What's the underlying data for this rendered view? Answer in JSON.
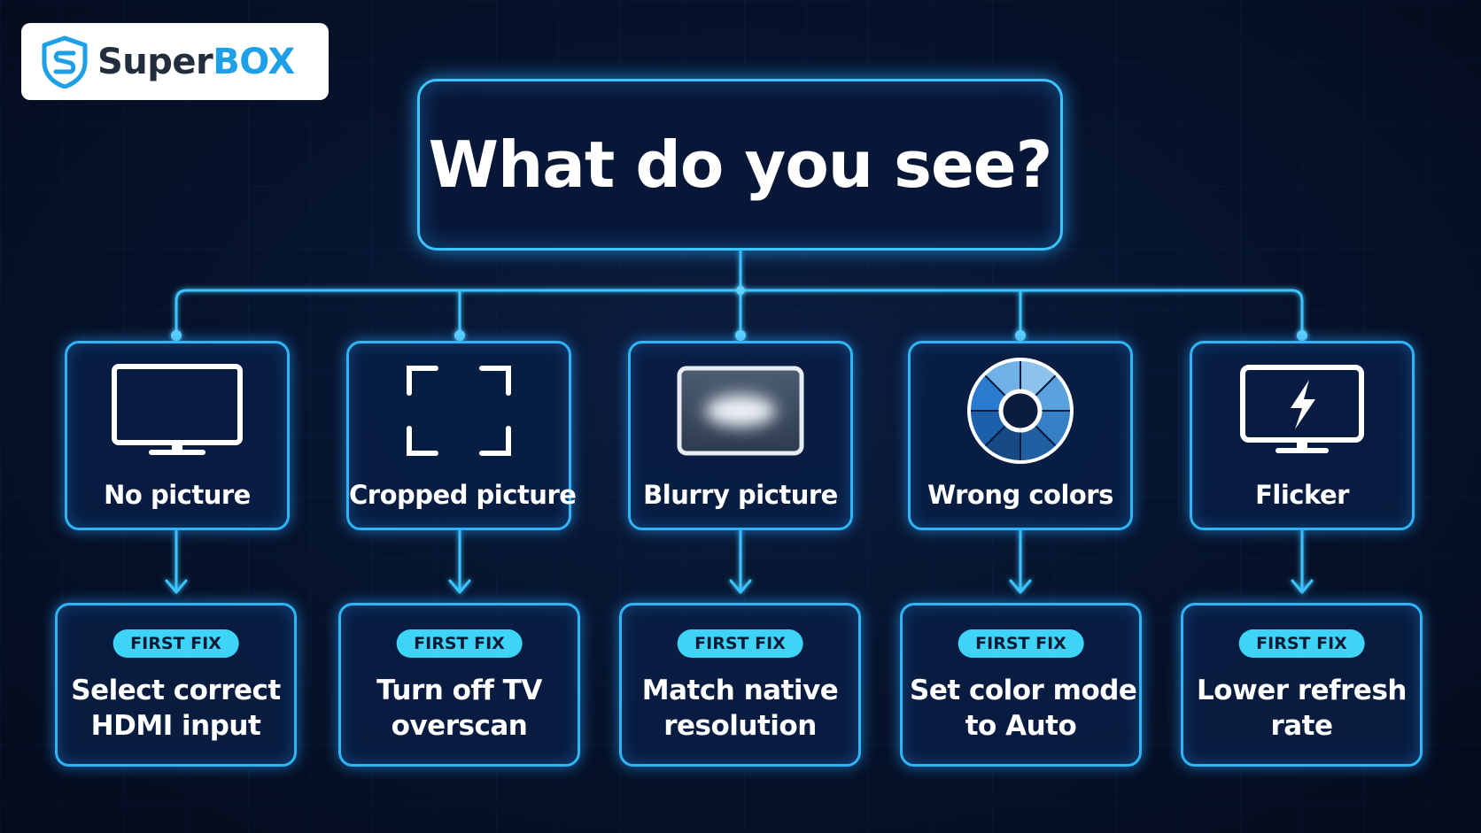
{
  "brand": {
    "name_part1": "Super",
    "name_part2": "BOX",
    "logo_icon": "shield-s-icon"
  },
  "question": "What do you see?",
  "badge_label": "FIRST FIX",
  "colors": {
    "background": "#07142e",
    "neon_blue": "#2fb4f5",
    "badge": "#3ed4f7",
    "brand_dark": "#222d3d",
    "brand_accent": "#1ea0e8"
  },
  "branches": [
    {
      "symptom": "No picture",
      "icon": "tv-icon",
      "fix_line1": "Select correct",
      "fix_line2": "HDMI input"
    },
    {
      "symptom": "Cropped picture",
      "icon": "crop-frame-icon",
      "fix_line1": "Turn off TV",
      "fix_line2": "overscan"
    },
    {
      "symptom": "Blurry picture",
      "icon": "blurry-screen-icon",
      "fix_line1": "Match native",
      "fix_line2": "resolution"
    },
    {
      "symptom": "Wrong colors",
      "icon": "color-wheel-icon",
      "fix_line1": "Set color mode",
      "fix_line2": "to Auto"
    },
    {
      "symptom": "Flicker",
      "icon": "tv-lightning-icon",
      "fix_line1": "Lower refresh",
      "fix_line2": "rate"
    }
  ]
}
